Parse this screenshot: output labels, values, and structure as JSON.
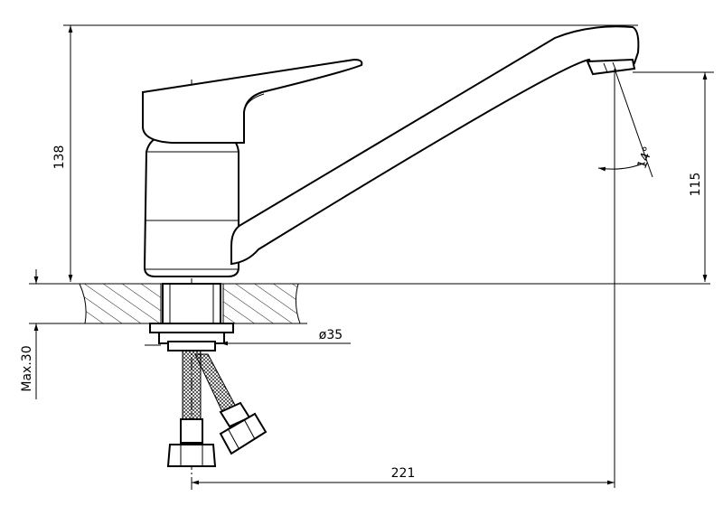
{
  "dimensions": {
    "height_total": "138",
    "height_spout": "115",
    "angle": "14°",
    "diameter": "ø35",
    "max_thickness": "Max.30",
    "reach": "221"
  }
}
